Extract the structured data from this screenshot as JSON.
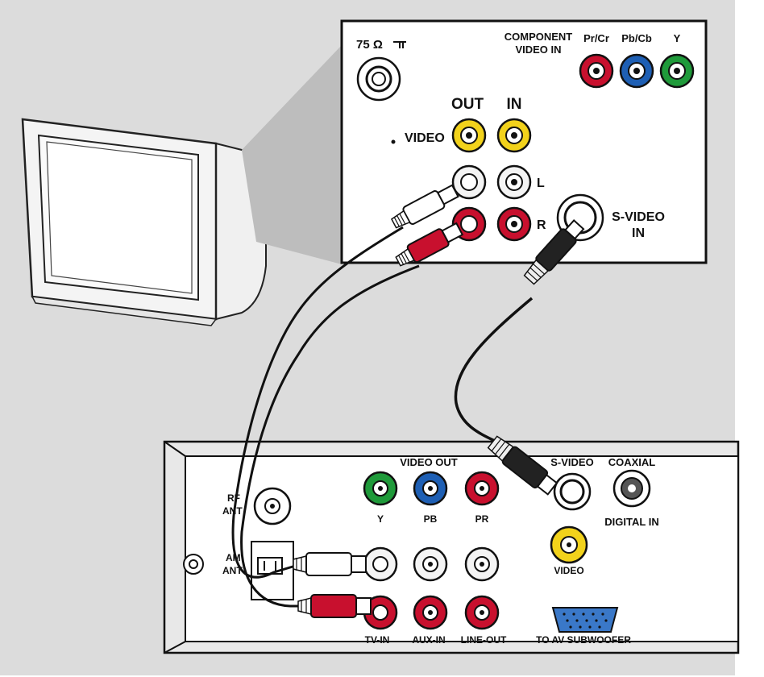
{
  "tv_panel": {
    "antenna_label": "75 Ω",
    "component_label_line1": "COMPONENT",
    "component_label_line2": "VIDEO IN",
    "pr_label": "Pr/Cr",
    "pb_label": "Pb/Cb",
    "y_label": "Y",
    "out_label": "OUT",
    "in_label": "IN",
    "video_label": "VIDEO",
    "l_label": "L",
    "r_label": "R",
    "svideo_line1": "S-VIDEO",
    "svideo_line2": "IN"
  },
  "receiver_panel": {
    "rf_line1": "RF",
    "rf_line2": "ANT",
    "am_line1": "AM",
    "am_line2": "ANT",
    "video_out_label": "VIDEO OUT",
    "y_label": "Y",
    "pb_label": "PB",
    "pr_label": "PR",
    "svideo_label": "S-VIDEO",
    "coaxial_label": "COAXIAL",
    "digital_in_label": "DIGITAL IN",
    "video_label": "VIDEO",
    "tv_in_label": "TV-IN",
    "aux_in_label": "AUX-IN",
    "line_out_label": "LINE-OUT",
    "subwoofer_label": "TO AV SUBWOOFER"
  },
  "colors": {
    "red": "#c8102e",
    "blue": "#1e5fb4",
    "green": "#1f9a3a",
    "yellow": "#f2d21b",
    "white_jack": "#f4f4f4",
    "background": "#dcdcdc",
    "vga_blue": "#3a78c8"
  }
}
